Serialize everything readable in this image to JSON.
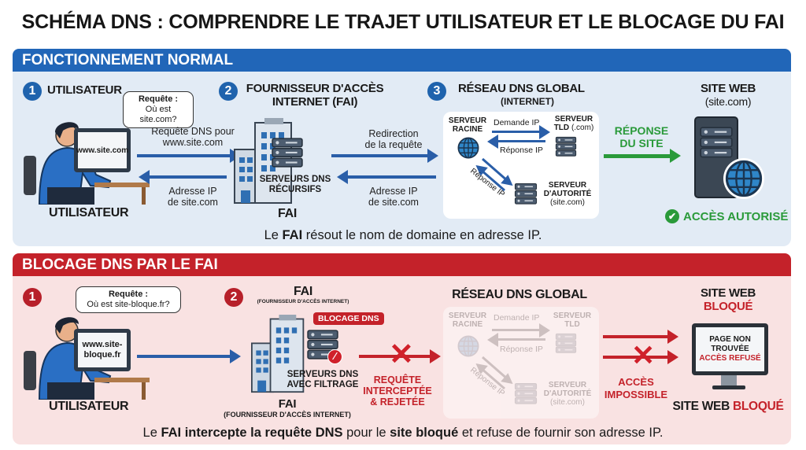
{
  "title": "SCHÉMA DNS : COMPRENDRE LE TRAJET UTILISATEUR ET LE BLOCAGE DU FAI",
  "colors": {
    "blue": "#1f63ad",
    "blue_panel": "#e2ebf5",
    "red": "#c4222a",
    "red_panel": "#f9e2e2",
    "green": "#2a9a3a"
  },
  "normal": {
    "header": "FONCTIONNEMENT NORMAL",
    "step1": {
      "num": "1",
      "title": "UTILISATEUR",
      "bubble_title": "Requête :",
      "bubble_text": "Où est site.com?",
      "screen": "www.site.com",
      "label": "UTILISATEUR"
    },
    "arrow1": {
      "line1": "Requête DNS pour",
      "line2": "www.site.com"
    },
    "arrow1_back": {
      "line1": "Adresse IP",
      "line2": "de site.com"
    },
    "step2": {
      "num": "2",
      "title1": "FOURNISSEUR D'ACCÈS",
      "title2": "INTERNET (FAI)",
      "servers1": "SERVEURS DNS",
      "servers2": "RÉCURSIFS",
      "label": "FAI"
    },
    "arrow2": {
      "line1": "Redirection",
      "line2": "de la requête"
    },
    "arrow2_back": {
      "line1": "Adresse IP",
      "line2": "de site.com"
    },
    "step3": {
      "num": "3",
      "title": "RÉSEAU DNS GLOBAL",
      "subtitle": "(INTERNET)",
      "root1": "SERVEUR",
      "root2": "RACINE",
      "ask": "Demande IP",
      "tld1": "SERVEUR",
      "tld2": "TLD",
      "tld3": "(.com)",
      "reply": "Réponse IP",
      "reply_diag": "Réponse IP",
      "auth1": "SERVEUR",
      "auth2": "D'AUTORITÉ",
      "auth3": "(site.com)"
    },
    "response": {
      "line1": "RÉPONSE",
      "line2": "DU SITE"
    },
    "site": {
      "title": "SITE WEB",
      "subtitle": "(site.com)",
      "status": "ACCÈS AUTORISÉ"
    },
    "caption": {
      "pre": "Le ",
      "bold": "FAI",
      "post": " résout le nom de domaine en adresse IP."
    }
  },
  "blocked": {
    "header": "BLOCAGE DNS PAR LE FAI",
    "step1": {
      "num": "1",
      "bubble_title": "Requête :",
      "bubble_text": "Où est site-bloque.fr?",
      "screen1": "www.site-",
      "screen2": "bloque.fr",
      "label": "UTILISATEUR"
    },
    "step2": {
      "num": "2",
      "title": "FAI",
      "subtitle": "(FOURNISSEUR D'ACCÈS INTERNET)",
      "tag": "BLOCAGE DNS",
      "servers1": "SERVEURS DNS",
      "servers2": "AVEC FILTRAGE",
      "label": "FAI",
      "label_sub": "(FOURNISSEUR D'ACCÈS INTERNET)"
    },
    "intercept": {
      "line1": "REQUÊTE",
      "line2": "INTERCEPTÉE",
      "line3": "& REJETÉE"
    },
    "network": {
      "title": "RÉSEAU DNS GLOBAL",
      "root1": "SERVEUR",
      "root2": "RACINE",
      "ask": "Demande IP",
      "tld1": "SERVEUR",
      "tld2": "TLD",
      "reply": "Réponse IP",
      "reply_diag": "Réponse IP",
      "auth1": "SERVEUR",
      "auth2": "D'AUTORITÉ",
      "auth3": "(site.com)"
    },
    "impossible": {
      "line1": "ACCÈS",
      "line2": "IMPOSSIBLE"
    },
    "site": {
      "title": "SITE WEB",
      "title_red": "BLOQUÉ",
      "screen1": "PAGE NON",
      "screen2": "TROUVÉE",
      "screen3": "ACCÈS REFUSÉ",
      "label": "SITE WEB ",
      "label_red": "BLOQUÉ"
    },
    "caption": {
      "p1": "Le ",
      "b1": "FAI intercepte la requête DNS",
      "p2": " pour le ",
      "b2": "site bloqué",
      "p3": " et refuse de fournir son adresse IP."
    }
  }
}
